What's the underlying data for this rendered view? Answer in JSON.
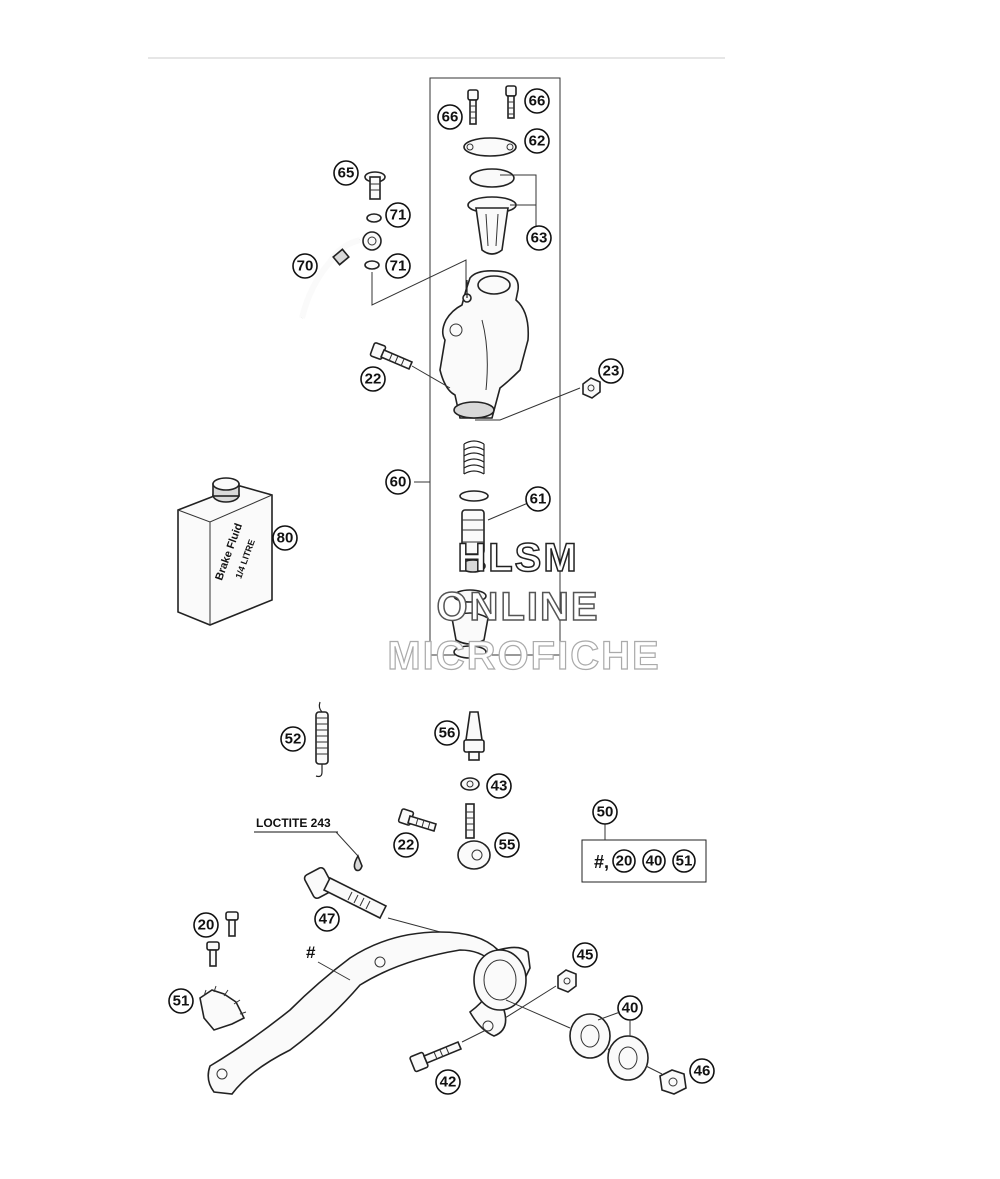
{
  "callouts": {
    "c66a": "66",
    "c66b": "66",
    "c62": "62",
    "c63": "63",
    "c65": "65",
    "c71a": "71",
    "c71b": "71",
    "c70": "70",
    "c22a": "22",
    "c23": "23",
    "c60": "60",
    "c61": "61",
    "c80": "80",
    "c52": "52",
    "c56": "56",
    "c43": "43",
    "c50": "50",
    "c22b": "22",
    "c55": "55",
    "c47": "47",
    "c20": "20",
    "c45": "45",
    "c51": "51",
    "c40": "40",
    "c42": "42",
    "c46": "46"
  },
  "kit_box": {
    "hash": "#,",
    "items": [
      "20",
      "40",
      "51"
    ]
  },
  "labels": {
    "loctite": "LOCTITE 243",
    "hash_mark": "#",
    "fluid_line1": "Brake Fluid",
    "fluid_line2": "1/4 LITRE"
  },
  "watermark": {
    "line1": "HLSM",
    "line2": "ONLINE",
    "line3": "MICROFICHE"
  },
  "colors": {
    "ink": "#111111",
    "watermark": "#bbbbbb"
  }
}
